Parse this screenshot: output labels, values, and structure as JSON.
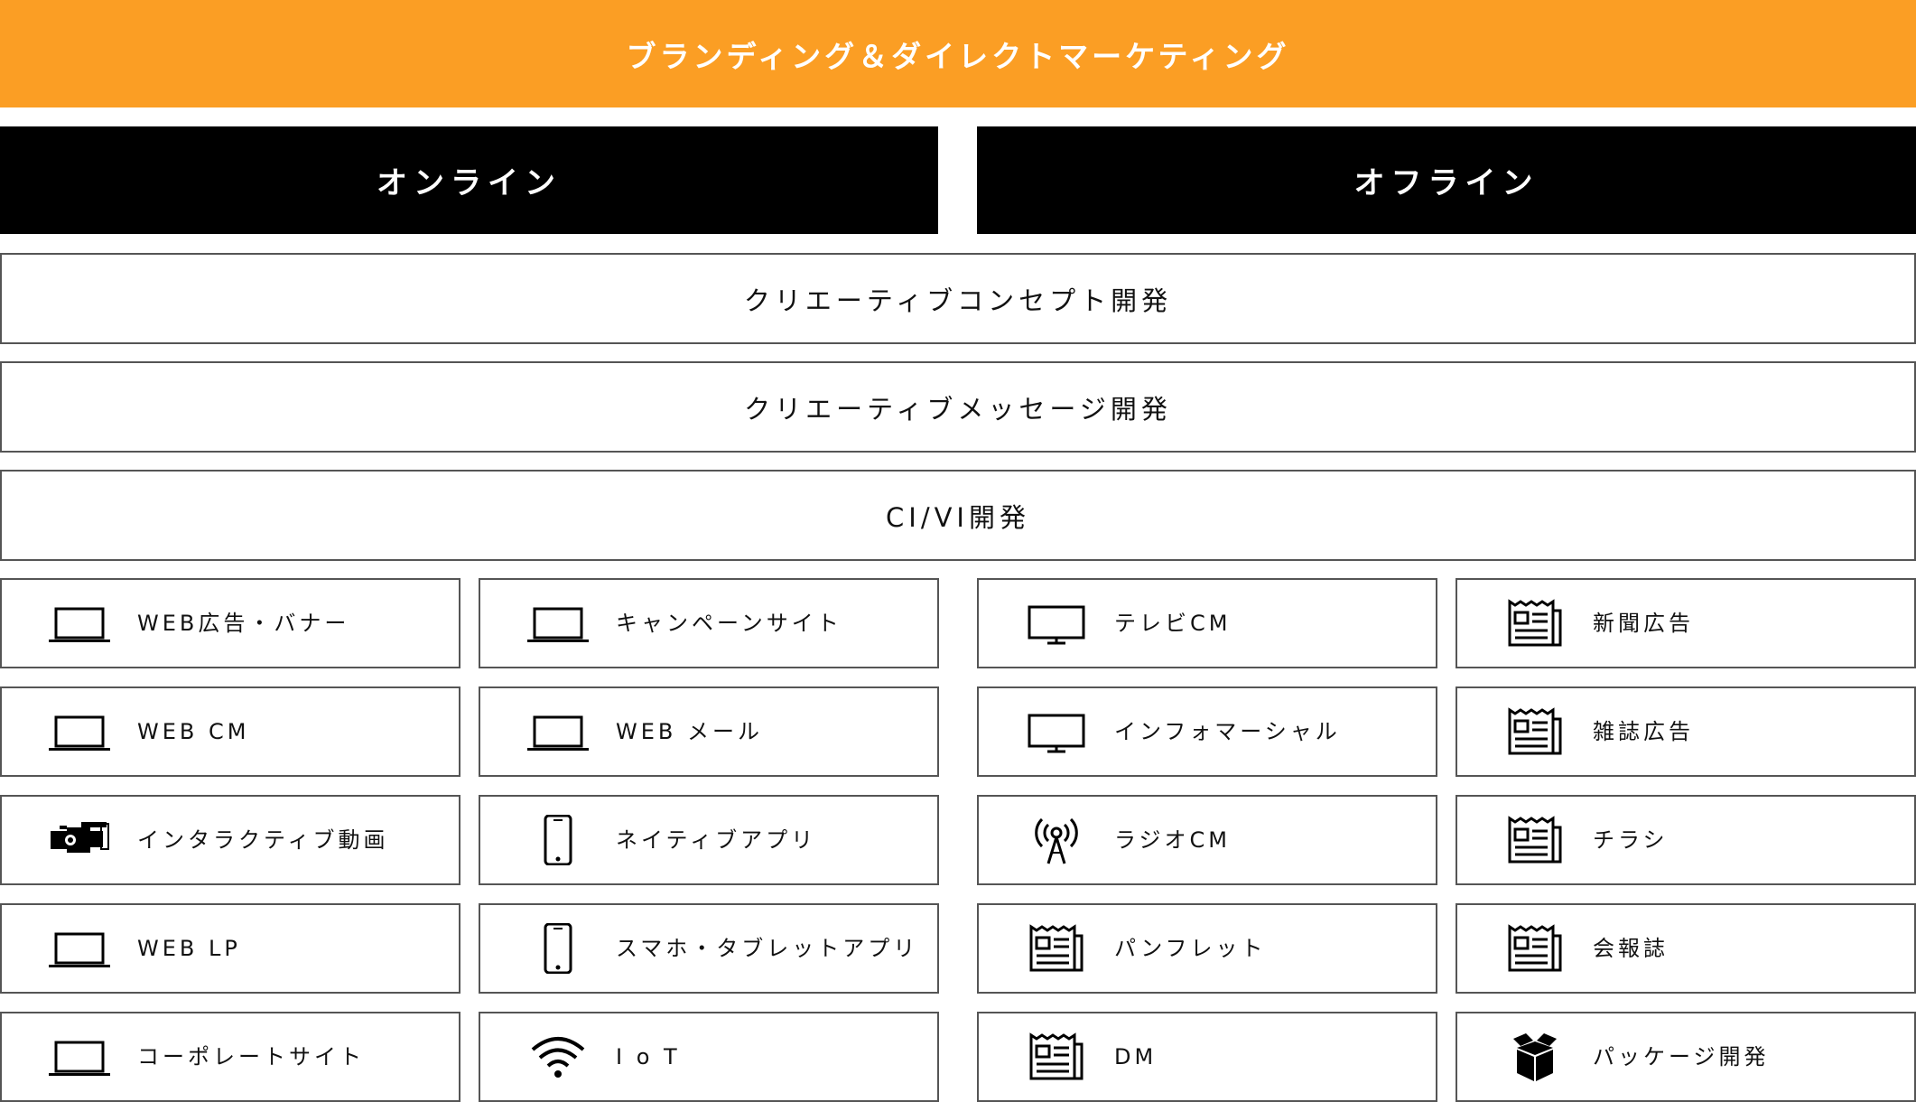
{
  "title": "ブランディング＆ダイレクトマーケティング",
  "columns": {
    "online": "オンライン",
    "offline": "オフライン"
  },
  "wide_rows": [
    "クリエーティブコンセプト開発",
    "クリエーティブメッセージ開発",
    "CI/VI開発"
  ],
  "accent_color": "#FB9E24",
  "grid": [
    [
      {
        "label": "WEB広告・バナー",
        "icon": "laptop-icon"
      },
      {
        "label": "WEB CM",
        "icon": "laptop-icon"
      },
      {
        "label": "インタラクティブ動画",
        "icon": "video-camera-icon"
      },
      {
        "label": "WEB LP",
        "icon": "laptop-icon"
      },
      {
        "label": "コーポレートサイト",
        "icon": "laptop-icon"
      }
    ],
    [
      {
        "label": "キャンペーンサイト",
        "icon": "laptop-icon"
      },
      {
        "label": "WEB メール",
        "icon": "laptop-icon"
      },
      {
        "label": "ネイティブアプリ",
        "icon": "smartphone-icon"
      },
      {
        "label": "スマホ・タブレットアプリ",
        "icon": "smartphone-icon"
      },
      {
        "label": "I o T",
        "icon": "wifi-icon"
      }
    ],
    [
      {
        "label": "テレビCM",
        "icon": "tv-icon"
      },
      {
        "label": "インフォマーシャル",
        "icon": "tv-icon"
      },
      {
        "label": "ラジオCM",
        "icon": "radio-tower-icon"
      },
      {
        "label": "パンフレット",
        "icon": "newspaper-icon"
      },
      {
        "label": "DM",
        "icon": "newspaper-icon"
      }
    ],
    [
      {
        "label": "新聞広告",
        "icon": "newspaper-icon"
      },
      {
        "label": "雑誌広告",
        "icon": "newspaper-icon"
      },
      {
        "label": "チラシ",
        "icon": "newspaper-icon"
      },
      {
        "label": "会報誌",
        "icon": "newspaper-icon"
      },
      {
        "label": "パッケージ開発",
        "icon": "package-box-icon"
      }
    ]
  ]
}
